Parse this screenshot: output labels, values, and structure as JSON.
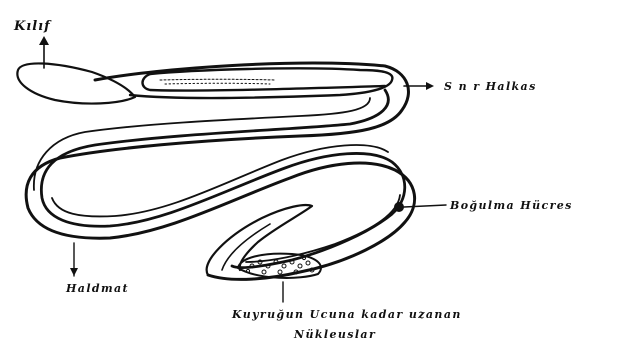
{
  "labels": {
    "kilif": "Kılıf",
    "sinir_halkasi": "S n r Halkas",
    "bogulma_hucresi": "Boğulma Hücres",
    "haldmat": "Haldmat",
    "kuyruk_line1": "Kuyruğun Ucuna kadar uzanan",
    "kuyruk_line2": "Nükleuslar"
  },
  "colors": {
    "ink": "#111111",
    "paper": "#ffffff"
  }
}
